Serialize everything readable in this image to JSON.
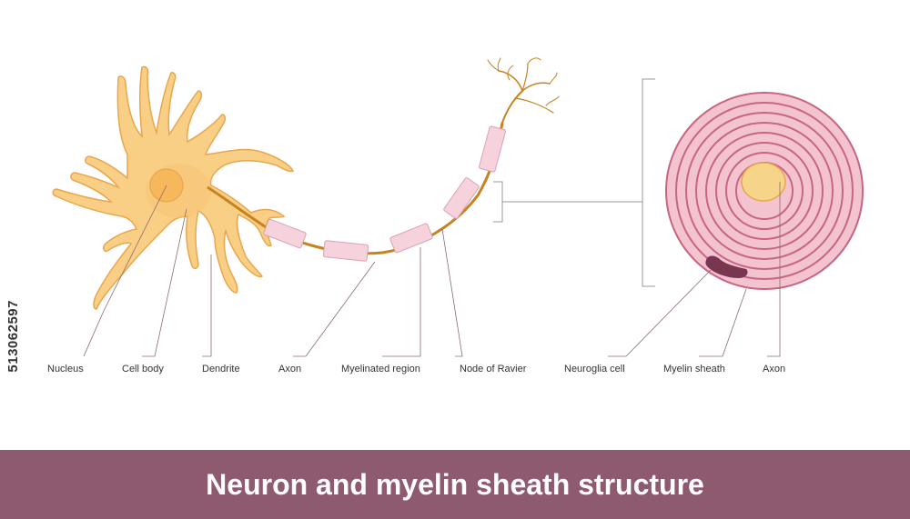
{
  "labels": {
    "nucleus": "Nucleus",
    "cell_body": "Cell body",
    "dendrite": "Dendrite",
    "axon": "Axon",
    "myelinated_region": "Myelinated region",
    "node_of_ravier": "Node of Ravier",
    "neuroglia_cell": "Neuroglia cell",
    "myelin_sheath": "Myelin sheath",
    "axon_cross": "Axon"
  },
  "stock_id": "513062597",
  "banner": {
    "title": "Neuron and myelin sheath structure"
  },
  "colors": {
    "cell": "#f9cf85",
    "cell_outline": "#e9a64e",
    "nucleus": "#f6b85a",
    "axon": "#c8821f",
    "myelin": "#f6d2dc",
    "myelin_outline": "#dca1b4",
    "sheath_outer": "#f3c3cf",
    "sheath_ring": "#c86583",
    "neuroglia": "#7a3650",
    "banner": "#8e5a70"
  }
}
